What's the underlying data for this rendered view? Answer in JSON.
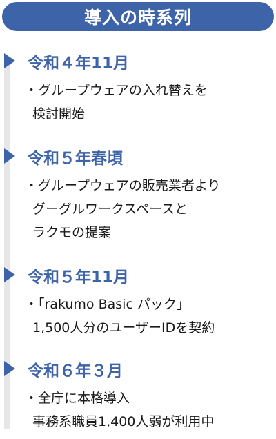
{
  "title": "導入の時系列",
  "entries": [
    {
      "date": "令和４年11月",
      "lines": [
        "・グループウェアの入れ替えを",
        "検討開始"
      ]
    },
    {
      "date": "令和５年春頃",
      "lines": [
        "・グループウェアの販売業者より",
        "グーグルワークスペースと",
        "ラクモの提案"
      ]
    },
    {
      "date": "令和５年11月",
      "lines": [
        "・「rakumo Basic パック」",
        "1,500人分のユーザーIDを契約"
      ]
    },
    {
      "date": "令和６年３月",
      "lines": [
        "・全庁に本格導入",
        "事務系職員1,400人弱が利用中"
      ]
    }
  ],
  "colors": {
    "accent": "#3d63a8",
    "timeline": "#e6e6e6"
  }
}
